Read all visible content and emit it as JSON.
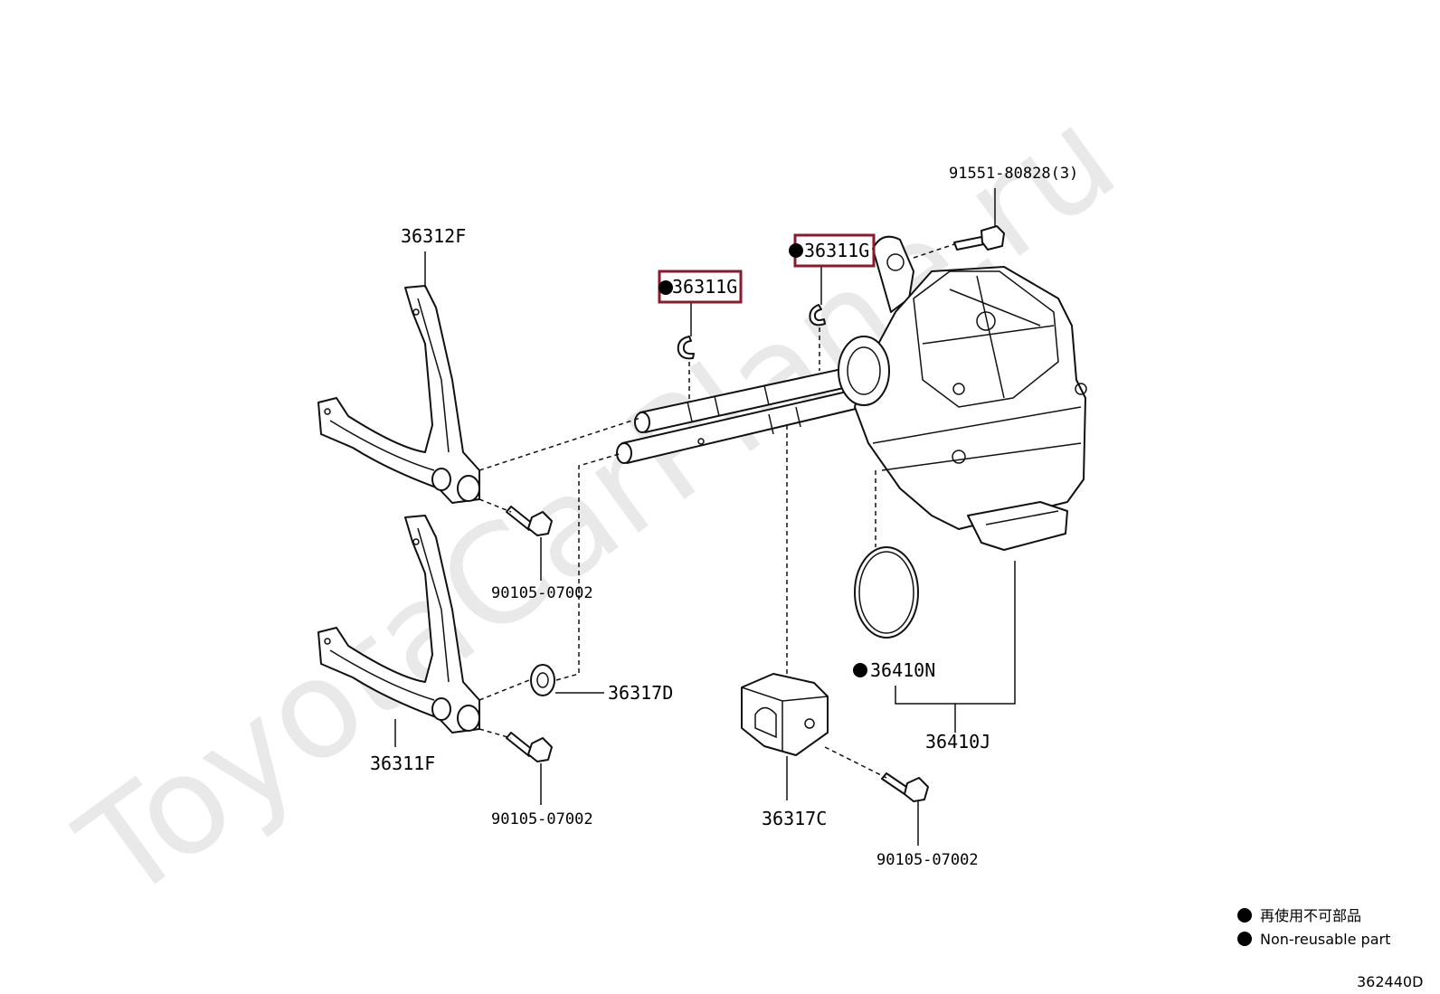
{
  "watermark": "ToyotaCarPlane.ru",
  "labels": {
    "bolt_top": "91551-80828(3)",
    "fork_upper": "36312F",
    "ring_left": "36311G",
    "ring_right": "36311G",
    "bolt_mid": "90105-07002",
    "washer": "36317D",
    "fork_lower": "36311F",
    "bolt_low_left": "90105-07002",
    "oring": "36410N",
    "actuator": "36410J",
    "block": "36317C",
    "bolt_low_right": "90105-07002"
  },
  "legend": {
    "line1": "再使用不可部品",
    "line2": "Non-reusable part"
  },
  "diagram_code": "362440D",
  "colors": {
    "highlight": "#8b1a2b",
    "ink": "#111111",
    "watermark": "#e9e9e9"
  }
}
